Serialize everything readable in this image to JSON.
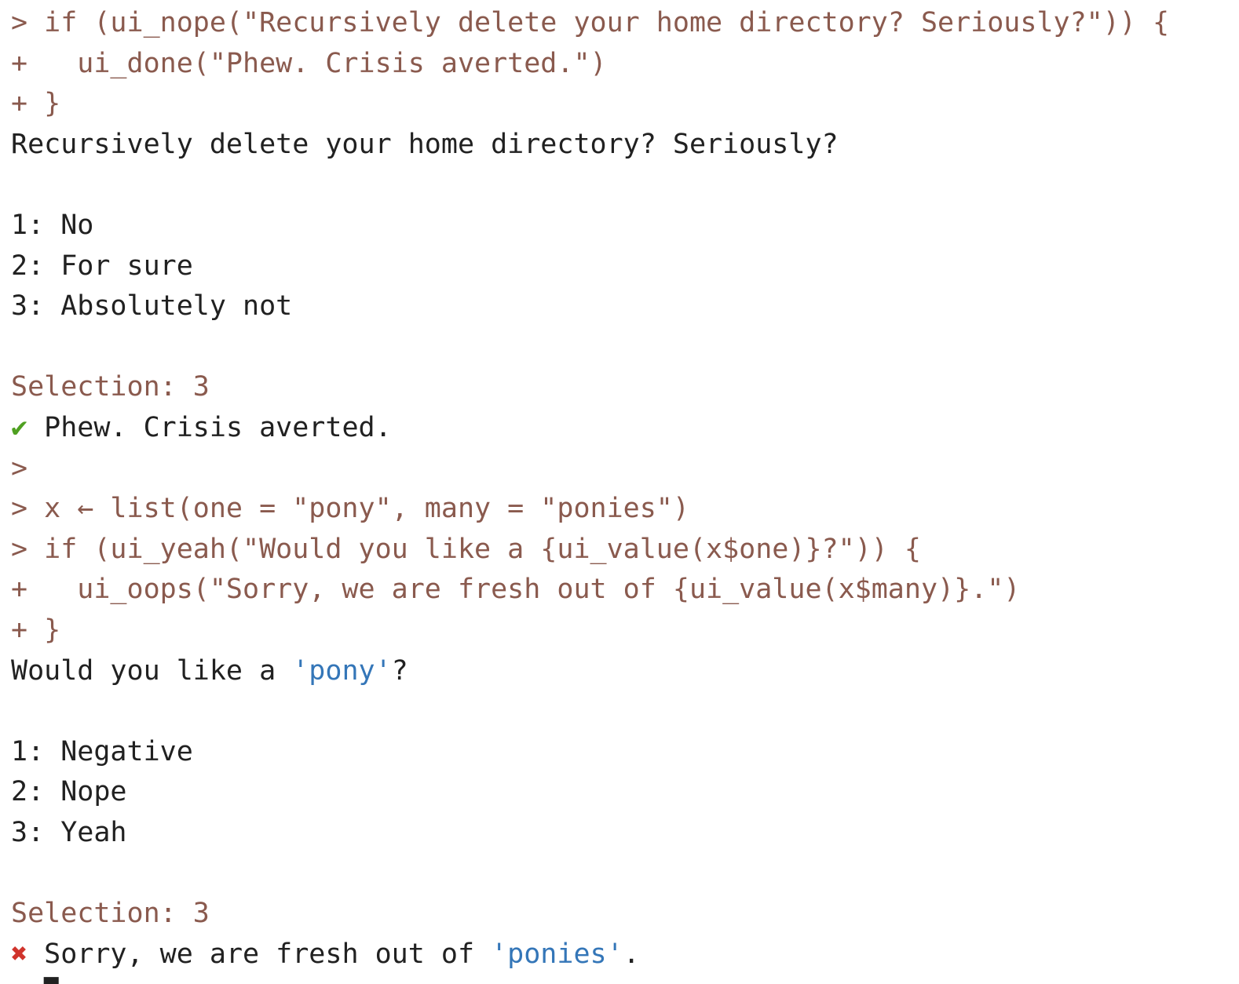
{
  "terminal": {
    "background": "#ffffff",
    "colors": {
      "command": "#8a5a4e",
      "output": "#212121",
      "success": "#4fa021",
      "error": "#d0342c",
      "value": "#3476b8"
    },
    "lines": [
      {
        "segments": [
          {
            "text": "> if (ui_nope(\"Recursively delete your home directory? Seriously?\")) {",
            "color": "command",
            "name": "command-text"
          }
        ]
      },
      {
        "segments": [
          {
            "text": "+   ui_done(\"Phew. Crisis averted.\")",
            "color": "command",
            "name": "command-text"
          }
        ]
      },
      {
        "segments": [
          {
            "text": "+ }",
            "color": "command",
            "name": "command-text"
          }
        ]
      },
      {
        "segments": [
          {
            "text": "Recursively delete your home directory? Seriously?",
            "color": "output",
            "name": "prompt-question"
          }
        ]
      },
      {
        "segments": []
      },
      {
        "segments": [
          {
            "text": "1: No",
            "color": "output",
            "name": "menu-option"
          }
        ]
      },
      {
        "segments": [
          {
            "text": "2: For sure",
            "color": "output",
            "name": "menu-option"
          }
        ]
      },
      {
        "segments": [
          {
            "text": "3: Absolutely not",
            "color": "output",
            "name": "menu-option"
          }
        ]
      },
      {
        "segments": []
      },
      {
        "segments": [
          {
            "text": "Selection: 3",
            "color": "command",
            "name": "selection-input"
          }
        ]
      },
      {
        "segments": [
          {
            "text": "✔",
            "color": "success",
            "name": "check-icon"
          },
          {
            "text": " Phew. Crisis averted.",
            "color": "output",
            "name": "done-message"
          }
        ]
      },
      {
        "segments": [
          {
            "text": ">",
            "color": "command",
            "name": "prompt"
          }
        ]
      },
      {
        "segments": [
          {
            "text": "> x ← list(one = \"pony\", many = \"ponies\")",
            "color": "command",
            "name": "command-text"
          }
        ]
      },
      {
        "segments": [
          {
            "text": "> if (ui_yeah(\"Would you like a {ui_value(x$one)}?\")) {",
            "color": "command",
            "name": "command-text"
          }
        ]
      },
      {
        "segments": [
          {
            "text": "+   ui_oops(\"Sorry, we are fresh out of {ui_value(x$many)}.\")",
            "color": "command",
            "name": "command-text"
          }
        ]
      },
      {
        "segments": [
          {
            "text": "+ }",
            "color": "command",
            "name": "command-text"
          }
        ]
      },
      {
        "segments": [
          {
            "text": "Would you like a ",
            "color": "output",
            "name": "prompt-question"
          },
          {
            "text": "'pony'",
            "color": "value",
            "name": "value-text"
          },
          {
            "text": "?",
            "color": "output",
            "name": "prompt-question"
          }
        ]
      },
      {
        "segments": []
      },
      {
        "segments": [
          {
            "text": "1: Negative",
            "color": "output",
            "name": "menu-option"
          }
        ]
      },
      {
        "segments": [
          {
            "text": "2: Nope",
            "color": "output",
            "name": "menu-option"
          }
        ]
      },
      {
        "segments": [
          {
            "text": "3: Yeah",
            "color": "output",
            "name": "menu-option"
          }
        ]
      },
      {
        "segments": []
      },
      {
        "segments": [
          {
            "text": "Selection: 3",
            "color": "command",
            "name": "selection-input"
          }
        ]
      },
      {
        "segments": [
          {
            "text": "✖",
            "color": "error",
            "name": "cross-icon"
          },
          {
            "text": " Sorry, we are fresh out of ",
            "color": "output",
            "name": "oops-message"
          },
          {
            "text": "'ponies'",
            "color": "value",
            "name": "value-text"
          },
          {
            "text": ".",
            "color": "output",
            "name": "oops-message"
          }
        ]
      },
      {
        "segments": [
          {
            "text": "> ",
            "color": "command",
            "name": "prompt"
          },
          {
            "text": "▉",
            "color": "output",
            "name": "cursor-block"
          }
        ]
      }
    ]
  }
}
